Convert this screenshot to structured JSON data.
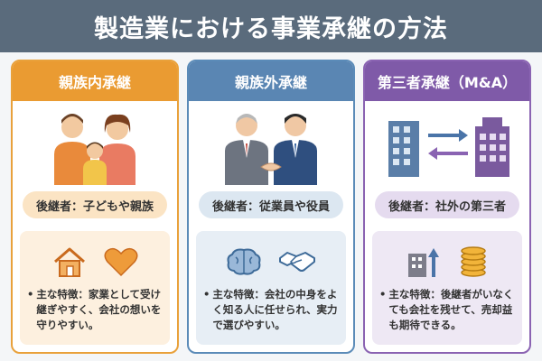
{
  "title": "製造業における事業承継の方法",
  "colors": {
    "title_bg": "#5a6b7c",
    "family": "#ea9b32",
    "employee": "#5a86b3",
    "third_party": "#7f5aa8"
  },
  "cards": [
    {
      "heading": "親族内承継",
      "successor": "後継者：子どもや親族",
      "icons": [
        "family-icon",
        "house-icon",
        "heart-icon"
      ],
      "bullet": "•",
      "feature": "主な特徴：家業として受け継ぎやすく、会社の想いを守りやすい。"
    },
    {
      "heading": "親族外承継",
      "successor": "後継者：従業員や役員",
      "icons": [
        "handshake-people-icon",
        "brain-icon",
        "handshake-icon"
      ],
      "bullet": "•",
      "feature": "主な特徴：会社の中身をよく知る人に任せられ、実力で選びやすい。"
    },
    {
      "heading": "第三者承継（M&A）",
      "successor": "後継者：社外の第三者",
      "icons": [
        "buildings-exchange-icon",
        "building-growth-icon",
        "coins-icon"
      ],
      "bullet": "•",
      "feature": "主な特徴：後継者がいなくても会社を残せて、売却益も期待できる。"
    }
  ]
}
